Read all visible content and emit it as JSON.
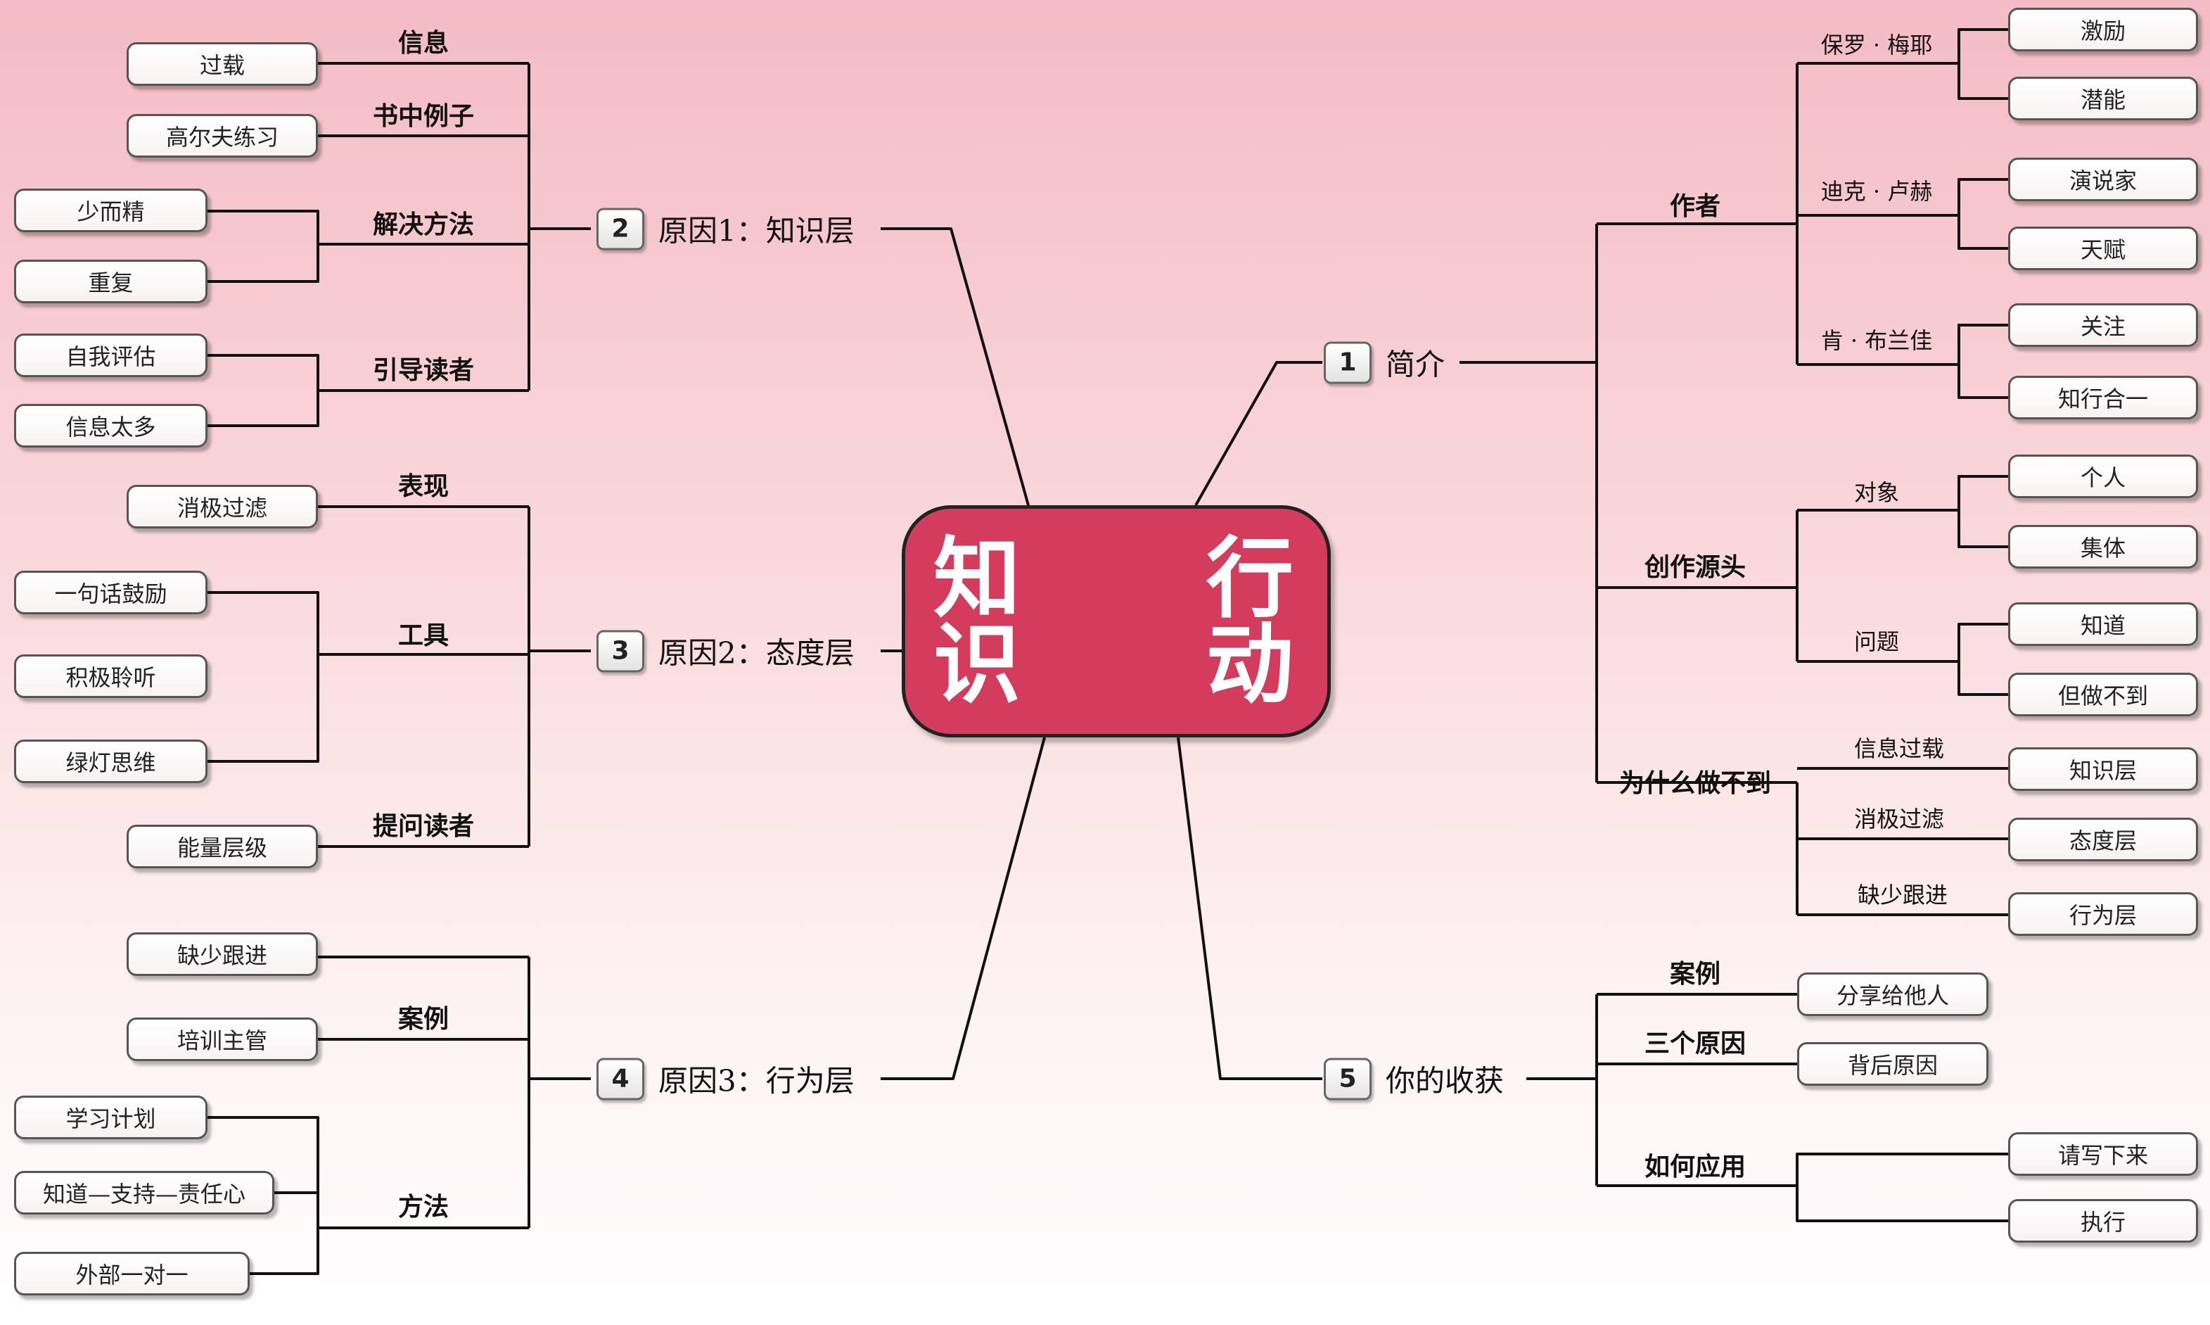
{
  "center": {
    "chars": [
      "知",
      "识",
      "行",
      "动"
    ],
    "color": "#d43c5e"
  },
  "main_branches": {
    "b1": {
      "num": "1",
      "text": "简介"
    },
    "b2": {
      "num": "2",
      "text": "原因1：知识层"
    },
    "b3": {
      "num": "3",
      "text": "原因2：态度层"
    },
    "b4": {
      "num": "4",
      "text": "原因3：行为层"
    },
    "b5": {
      "num": "5",
      "text": "你的收获"
    }
  },
  "b2": {
    "xinxi": "信息",
    "guozai": "过载",
    "shuzhong": "书中例子",
    "gaoerfu": "高尔夫练习",
    "jiejue": "解决方法",
    "shaoerjing": "少而精",
    "chongfu": "重复",
    "yindao": "引导读者",
    "ziwo": "自我评估",
    "xinxitaiduo": "信息太多"
  },
  "b3": {
    "biaoxian": "表现",
    "xiaoji": "消极过滤",
    "gongju": "工具",
    "yiju": "一句话鼓励",
    "jiji": "积极聆听",
    "lvdeng": "绿灯思维",
    "tiwen": "提问读者",
    "nengliang": "能量层级"
  },
  "b4": {
    "anli": "案例",
    "queshao": "缺少跟进",
    "peixun": "培训主管",
    "fangfa": "方法",
    "xuexi": "学习计划",
    "zhidao": "知道—支持—责任心",
    "waibu": "外部一对一"
  },
  "b1": {
    "zuozhe": "作者",
    "baoluo": "保罗 · 梅耶",
    "jili": "激励",
    "qianneng": "潜能",
    "dike": "迪克 · 卢赫",
    "yanshuojia": "演说家",
    "tianfu": "天赋",
    "ken": "肯 · 布兰佳",
    "guanzhu": "关注",
    "zhixingheyi": "知行合一",
    "chuangzuo": "创作源头",
    "duixiang": "对象",
    "geren": "个人",
    "jiti": "集体",
    "wenti": "问题",
    "zhidao": "知道",
    "danzuobudao": "但做不到",
    "weishenme": "为什么做不到",
    "xinxiguozai": "信息过载",
    "zhishiceng": "知识层",
    "xiaojiguolv": "消极过滤",
    "taiduceng": "态度层",
    "queshaogenjin": "缺少跟进",
    "xingweiceng": "行为层"
  },
  "b5": {
    "anli": "案例",
    "fenxiang": "分享给他人",
    "sange": "三个原因",
    "beihou": "背后原因",
    "ruhe": "如何应用",
    "qingxie": "请写下来",
    "zhixing": "执行"
  }
}
